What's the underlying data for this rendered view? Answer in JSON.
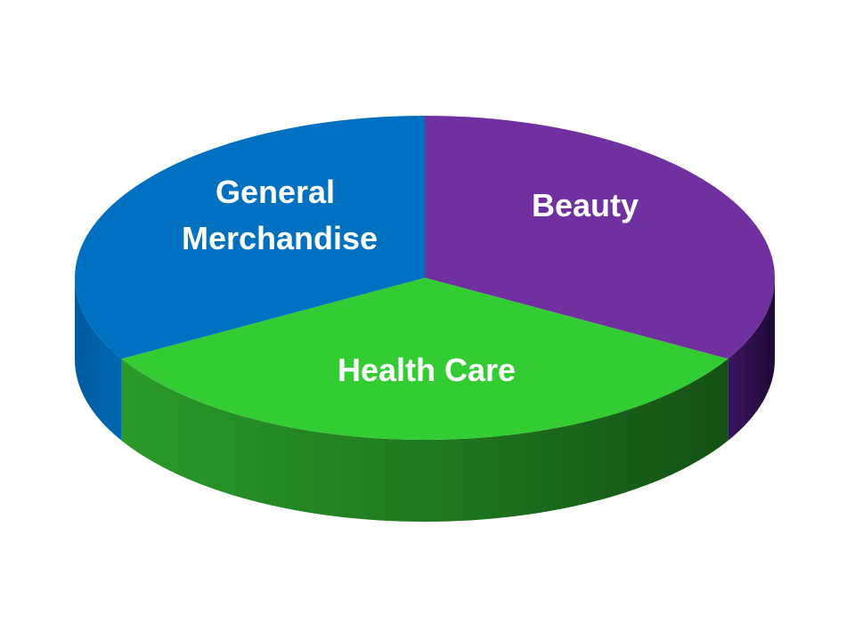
{
  "chart_data": {
    "type": "pie",
    "style": "3d",
    "title": "",
    "slices": [
      {
        "label": "Beauty",
        "value": 33.33,
        "color": "#7030a0",
        "side_color": "#2a0f45"
      },
      {
        "label": "Health Care",
        "value": 33.33,
        "color": "#33cc33",
        "side_color": "#1e7a1e"
      },
      {
        "label": "General Merchandise",
        "value": 33.33,
        "color": "#0070c0",
        "side_color": "#004f8a"
      }
    ],
    "start_angle_deg": 90,
    "direction": "clockwise",
    "legend": "none",
    "data_labels": "inside"
  }
}
